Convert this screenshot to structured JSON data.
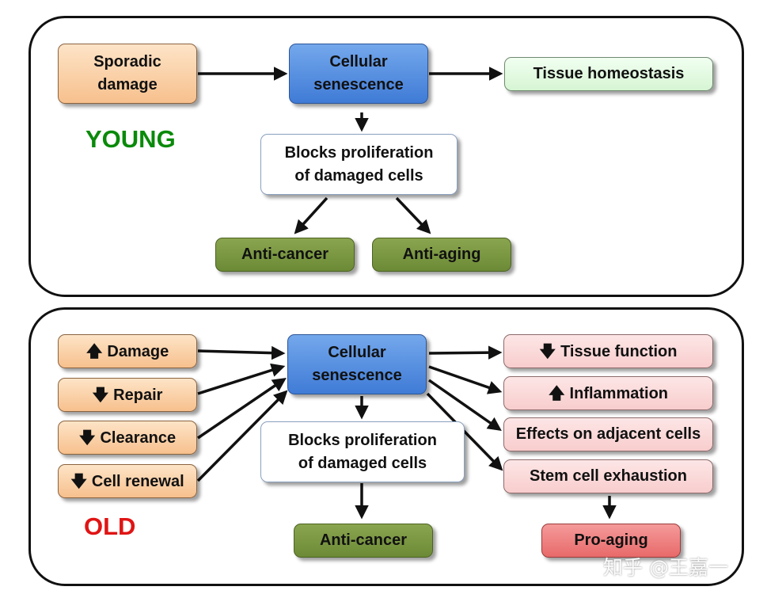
{
  "young": {
    "title": "YOUNG",
    "title_color": "#0a8a0a",
    "sporadic_damage": "Sporadic\ndamage",
    "cellular_senescence": "Cellular\nsenescence",
    "tissue_homeostasis": "Tissue homeostasis",
    "blocks_proliferation": "Blocks proliferation\nof damaged cells",
    "anti_cancer": "Anti-cancer",
    "anti_aging": "Anti-aging"
  },
  "old": {
    "title": "OLD",
    "title_color": "#e01414",
    "inputs": [
      {
        "direction": "up",
        "label": "Damage"
      },
      {
        "direction": "down",
        "label": "Repair"
      },
      {
        "direction": "down",
        "label": "Clearance"
      },
      {
        "direction": "down",
        "label": "Cell renewal"
      }
    ],
    "cellular_senescence": "Cellular\nsenescence",
    "blocks_proliferation": "Blocks proliferation\nof damaged cells",
    "anti_cancer": "Anti-cancer",
    "outputs": [
      {
        "direction": "down",
        "label": "Tissue function"
      },
      {
        "direction": "up",
        "label": "Inflammation"
      },
      {
        "direction": "none",
        "label": "Effects on adjacent cells"
      },
      {
        "direction": "none",
        "label": "Stem cell exhaustion"
      }
    ],
    "pro_aging": "Pro-aging"
  },
  "watermark": "知乎 @王嘉一"
}
